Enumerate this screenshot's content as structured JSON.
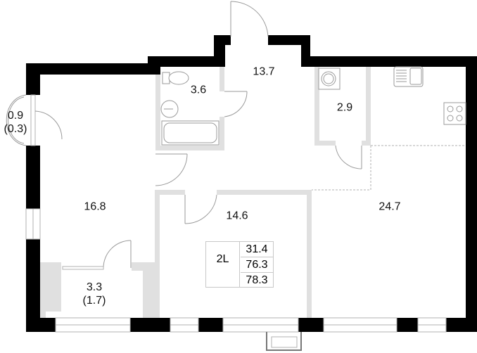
{
  "plan": {
    "rooms": [
      {
        "id": "balcony-left",
        "area": "0.9",
        "sub": "(0.3)"
      },
      {
        "id": "bathroom",
        "area": "3.6"
      },
      {
        "id": "hallway",
        "area": "13.7"
      },
      {
        "id": "utility",
        "area": "2.9"
      },
      {
        "id": "living-room",
        "area": "16.8"
      },
      {
        "id": "bedroom",
        "area": "14.6"
      },
      {
        "id": "kitchen-living",
        "area": "24.7"
      },
      {
        "id": "loggia",
        "area": "3.3",
        "sub": "(1.7)"
      }
    ],
    "summary": {
      "type": "2L",
      "living_area": "31.4",
      "total_area": "76.3",
      "total_area_with_balconies": "78.3"
    },
    "colors": {
      "wall": "#000000",
      "partition": "#e0e0e0",
      "lines": "#9a9a9a",
      "background": "#ffffff"
    }
  }
}
